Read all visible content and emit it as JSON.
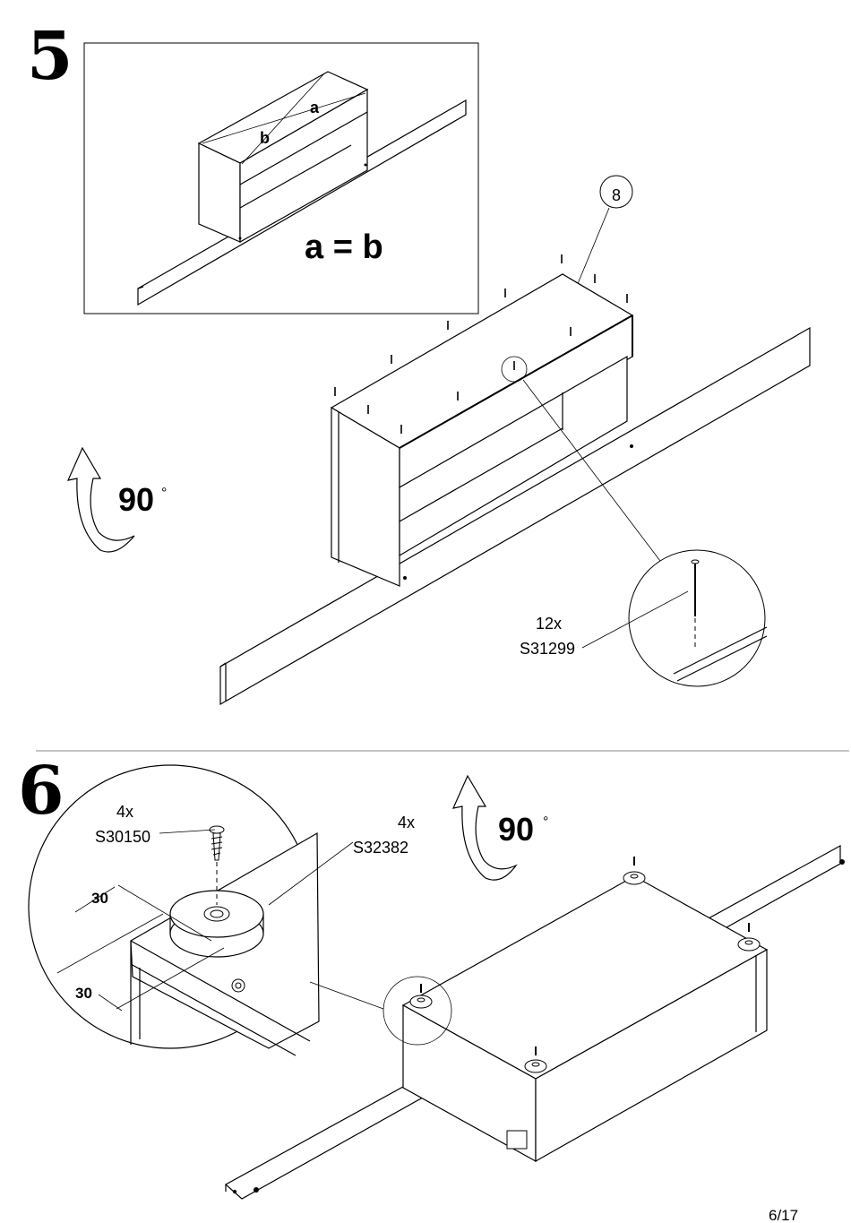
{
  "page": {
    "page_number": "6/17"
  },
  "step5": {
    "number": "5",
    "inset": {
      "label_a": "a",
      "label_b": "b",
      "equation": "a = b"
    },
    "part_callout": "8",
    "rotation": {
      "value": "90",
      "unit": "°"
    },
    "fastener": {
      "qty": "12x",
      "code": "S31299"
    }
  },
  "step6": {
    "number": "6",
    "screw": {
      "qty": "4x",
      "code": "S30150"
    },
    "foot": {
      "qty": "4x",
      "code": "S32382"
    },
    "rotation": {
      "value": "90",
      "unit": "°"
    },
    "dimensions": {
      "dim_top": "30",
      "dim_bottom": "30"
    }
  }
}
